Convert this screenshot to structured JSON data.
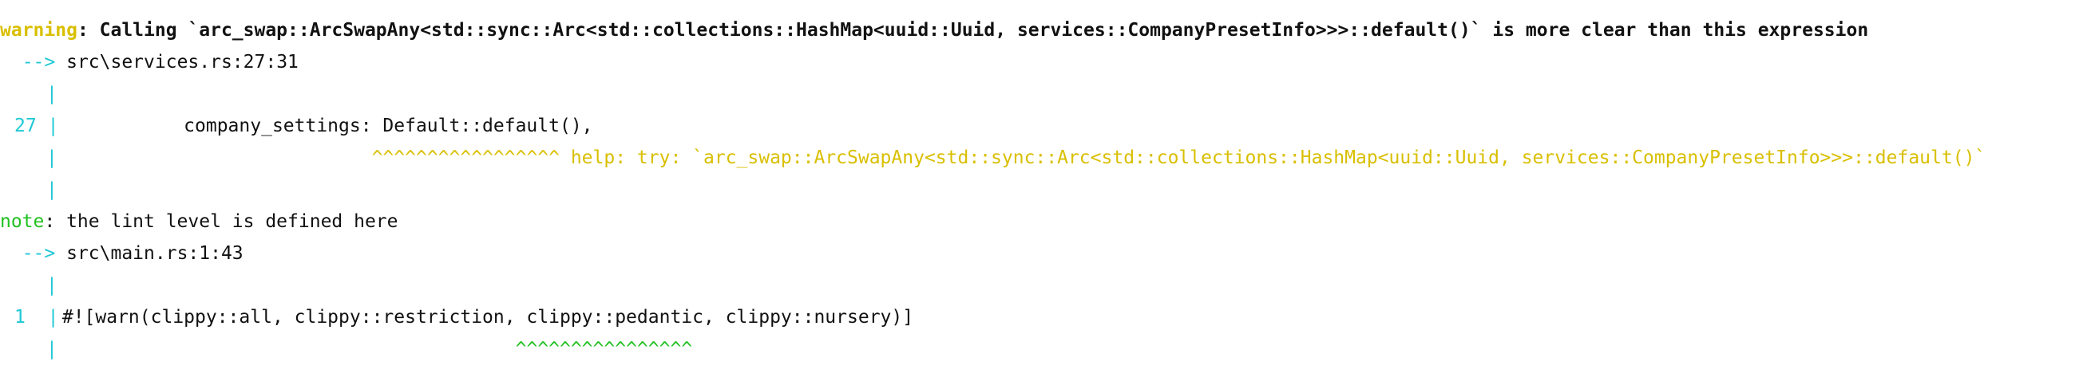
{
  "lines": {
    "warning_label": "warning",
    "warning_message": ": Calling `arc_swap::ArcSwapAny<std::sync::Arc<std::collections::HashMap<uuid::Uuid, services::CompanyPresetInfo>>>::default()` is more clear than this expression",
    "warning_arrow": "  --> ",
    "warning_location": "src\\services.rs:27:31",
    "pipe": "|",
    "code1_line_no": "27",
    "code1_text": "            company_settings: Default::default(),",
    "code1_indent": "                             ",
    "code1_carets": "^^^^^^^^^^^^^^^^^",
    "code1_help": " help: try: `arc_swap::ArcSwapAny<std::sync::Arc<std::collections::HashMap<uuid::Uuid, services::CompanyPresetInfo>>>::default()`",
    "note_label": "note",
    "note_message": ": the lint level is defined here",
    "note_arrow": "  --> ",
    "note_location": "src\\main.rs:1:43",
    "code2_line_no": "1",
    "code2_text": " #![warn(clippy::all, clippy::restriction, clippy::pedantic, clippy::nursery)]",
    "code2_indent": "                                          ",
    "code2_carets": "^^^^^^^^^^^^^^^^"
  },
  "colors": {
    "warning": "#d9bf00",
    "note": "#20c020",
    "gutter": "#1fc8d6",
    "help": "#d9bf00",
    "carets_note": "#20c020"
  }
}
